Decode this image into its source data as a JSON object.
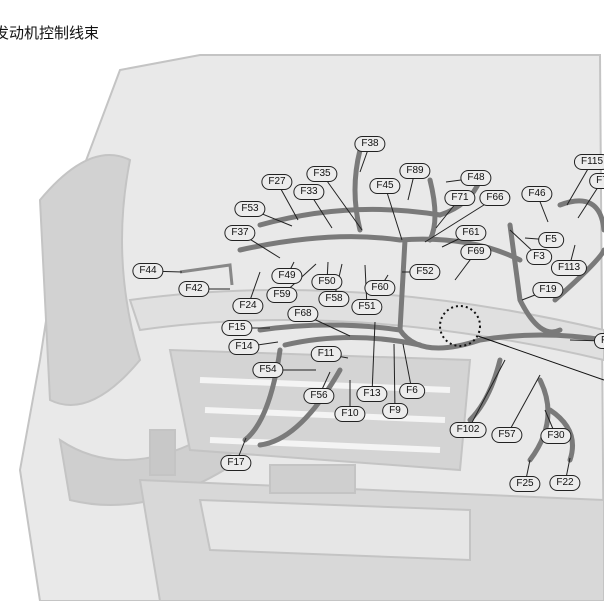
{
  "title": "发动机控制线束",
  "connectors": [
    "F38",
    "F89",
    "F35",
    "F27",
    "F48",
    "F45",
    "F33",
    "F71",
    "F66",
    "F53",
    "F61",
    "F37",
    "F69",
    "F52",
    "F44",
    "F42",
    "F49",
    "F50",
    "F59",
    "F58",
    "F60",
    "F51",
    "F24",
    "F15",
    "F68",
    "F14",
    "F11",
    "F54",
    "F56",
    "F13",
    "F6",
    "F10",
    "F9",
    "F102",
    "F57",
    "F30",
    "F25",
    "F22",
    "F17",
    "F115",
    "F7",
    "F46",
    "F5",
    "F3",
    "F113",
    "F19",
    "F"
  ],
  "colors": {
    "body": "#d9d9d9",
    "harness": "#7a7a7a",
    "label_bg": "#ececec"
  }
}
